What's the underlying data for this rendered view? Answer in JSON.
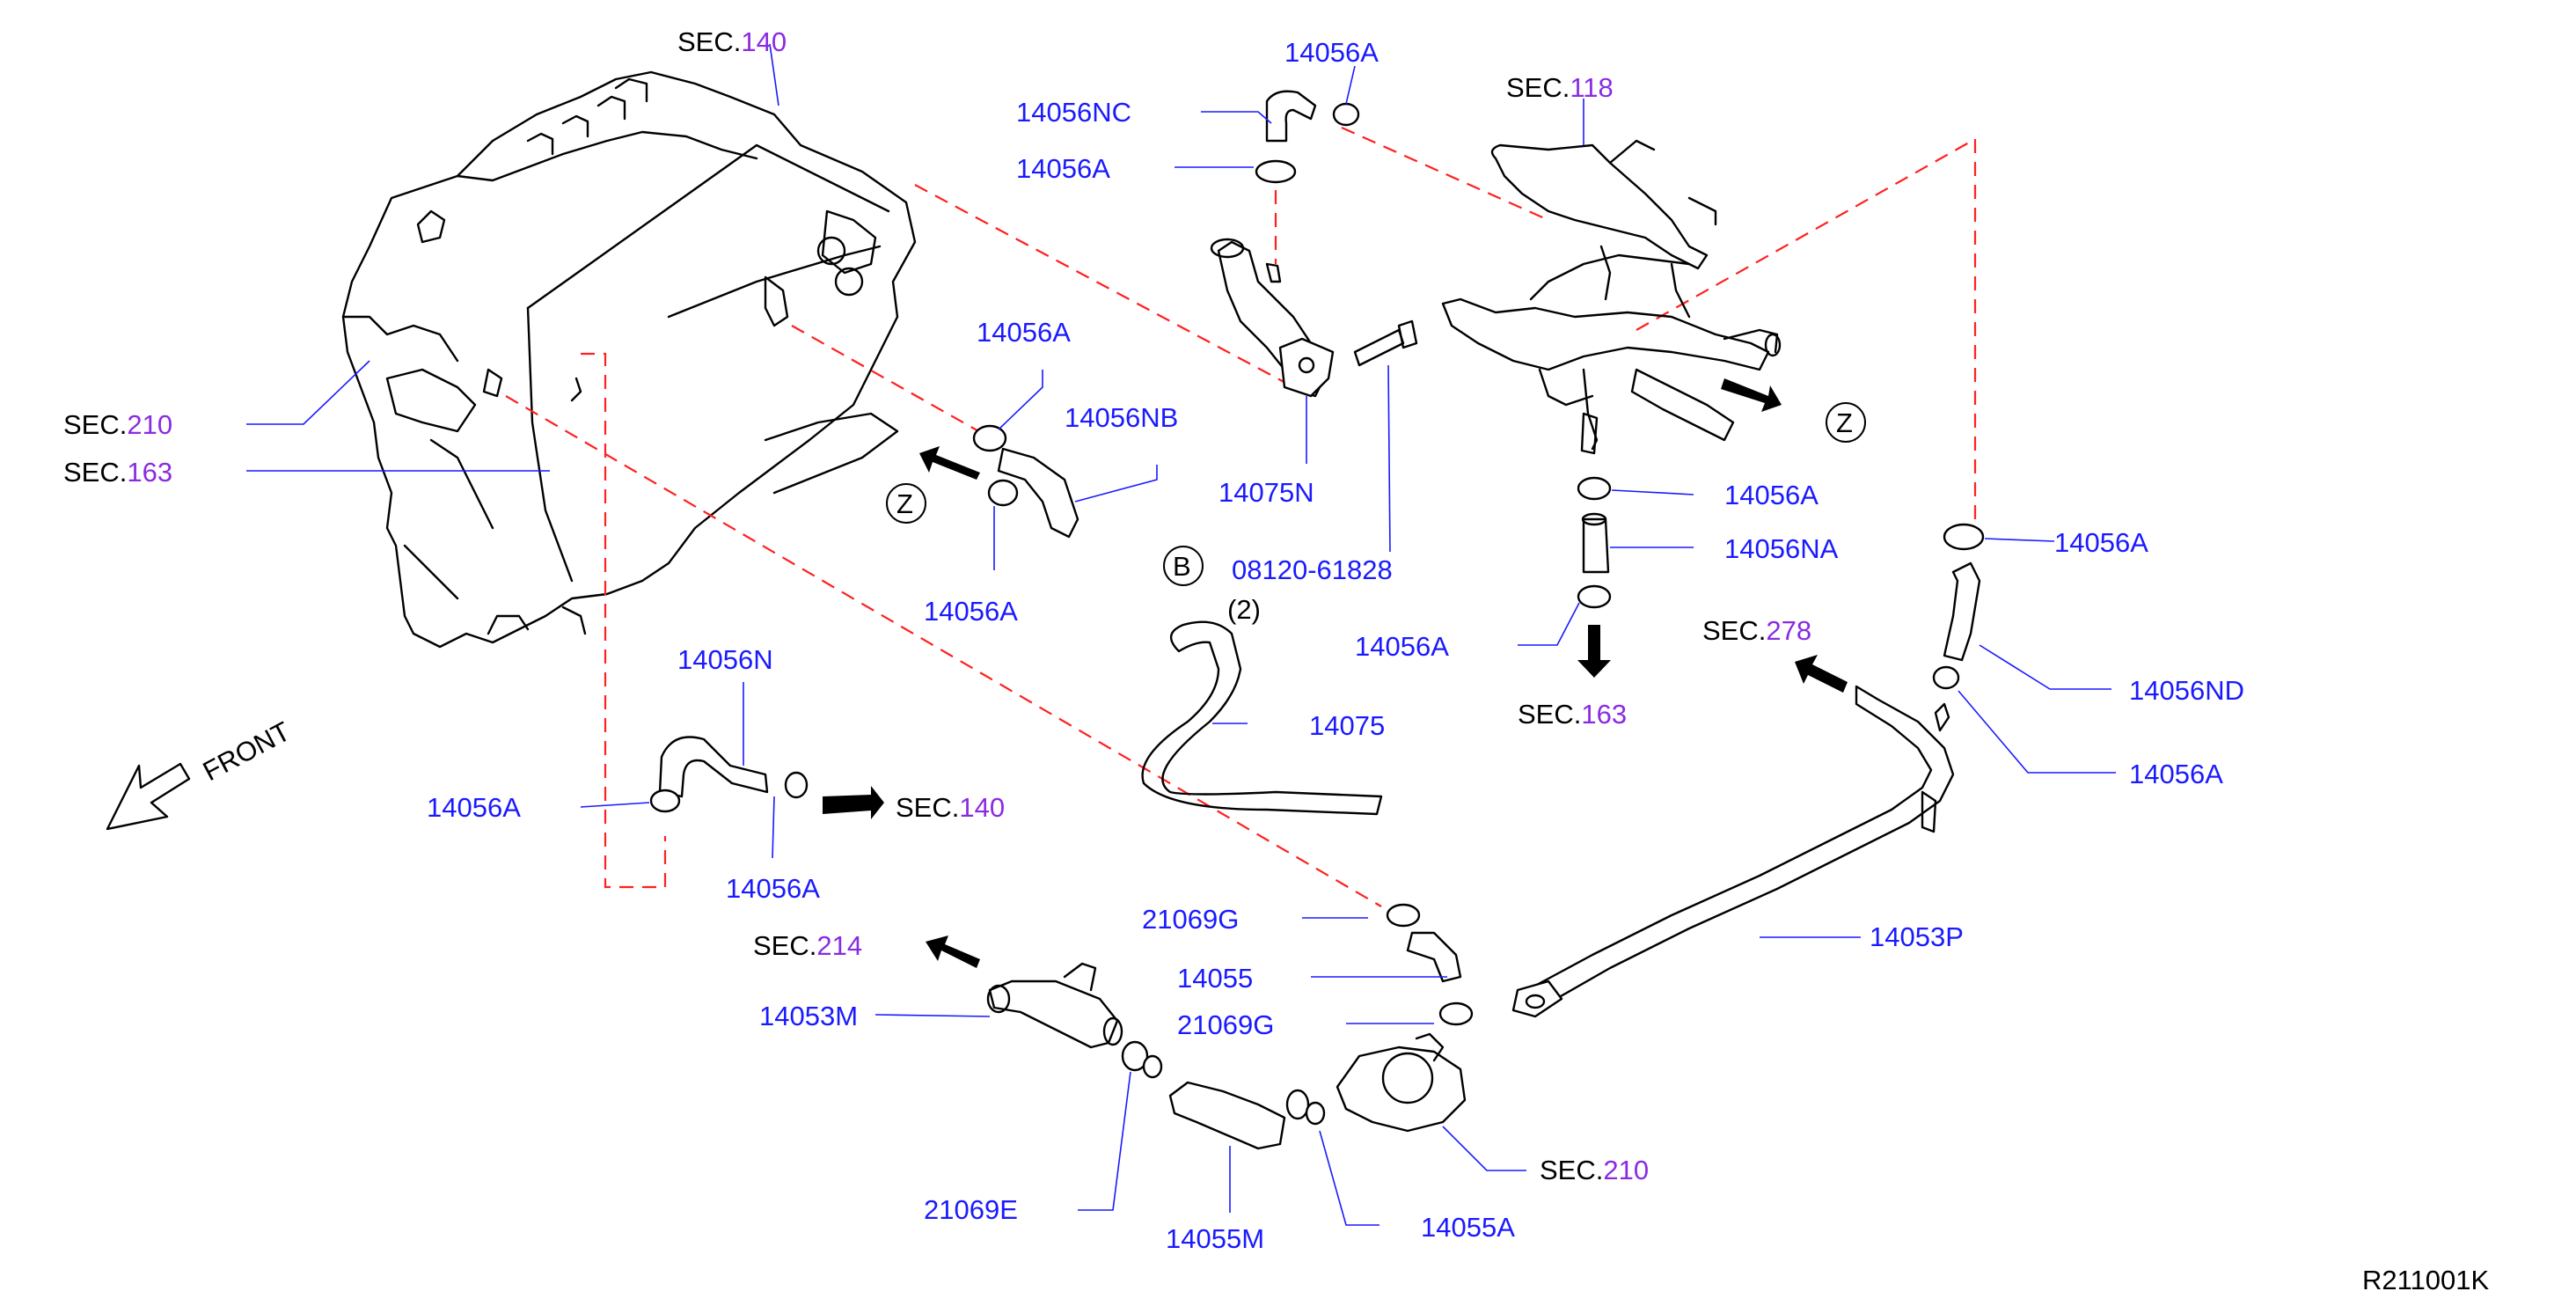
{
  "labels": {
    "sec140_top": {
      "prefix": "SEC.",
      "num": "140"
    },
    "sec118": {
      "prefix": "SEC.",
      "num": "118"
    },
    "sec210_left": {
      "prefix": "SEC.",
      "num": "210"
    },
    "sec163_left": {
      "prefix": "SEC.",
      "num": "163"
    },
    "sec140_mid": {
      "prefix": "SEC.",
      "num": "140"
    },
    "sec163_mid": {
      "prefix": "SEC.",
      "num": "163"
    },
    "sec278": {
      "prefix": "SEC.",
      "num": "278"
    },
    "sec214": {
      "prefix": "SEC.",
      "num": "214"
    },
    "sec210_bottom": {
      "prefix": "SEC.",
      "num": "210"
    },
    "p14056A_top": "14056A",
    "p14056NC": "14056NC",
    "p14056A_nc": "14056A",
    "p14056A_left_upper": "14056A",
    "p14056NB": "14056NB",
    "p14056A_left_lower": "14056A",
    "p14075N": "14075N",
    "bolt_part": "08120-61828",
    "bolt_qty": "(2)",
    "bolt_marker": "B",
    "p14075": "14075",
    "p14056N": "14056N",
    "p14056A_n_left": "14056A",
    "p14056A_n_right": "14056A",
    "front": "FRONT",
    "p14056A_na_upper": "14056A",
    "p14056NA": "14056NA",
    "p14056A_na_lower": "14056A",
    "p14056A_right_top": "14056A",
    "p14056ND": "14056ND",
    "p14056A_right_mid": "14056A",
    "p21069G_upper": "21069G",
    "p14055": "14055",
    "p21069G_lower": "21069G",
    "p14053M": "14053M",
    "p14053P": "14053P",
    "p21069E": "21069E",
    "p14055M": "14055M",
    "p14055A": "14055A",
    "z_marker_left": "Z",
    "z_marker_right": "Z",
    "diagram_id": "R211001K"
  },
  "colors": {
    "part_number": "#1a1aff",
    "section_prefix": "#000000",
    "section_number": "#8a2be2",
    "dashed_line": "#ff2020",
    "drawing": "#000000"
  }
}
